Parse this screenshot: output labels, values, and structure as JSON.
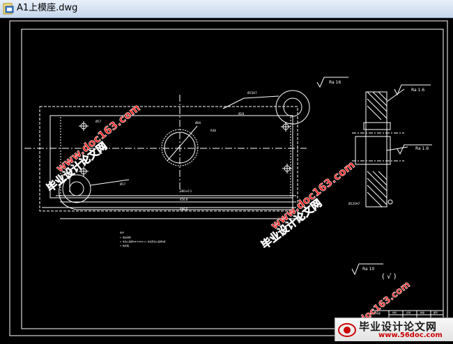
{
  "window": {
    "title": "A1上模座.dwg"
  },
  "drawing": {
    "roughness": {
      "top_left": "Ra 16",
      "top_right": "Ra 1.6",
      "mid_right": "Ra 1.6",
      "bottom": "Ra 10",
      "bottom_bracket": "( √ )"
    },
    "notes": {
      "header": "技术",
      "line1": "1. 锐边倒钝",
      "line2": "2. 未注公差按GB/T1804-m, 未注形位公差按K级",
      "line3": "3. 热处理"
    },
    "dims": {
      "d1": "Ø57",
      "d2": "Ø80",
      "d3": "R48",
      "d4": "Ø28",
      "d5": "Ø15H7",
      "d6": "Ø17",
      "overall1": "380±0.1",
      "overall2": "456.8",
      "overall3": "486.5",
      "side": "Ø120H7"
    },
    "title_block": {
      "part_name": "上模座",
      "cells": [
        "材料",
        "比例",
        "数量",
        "图号"
      ]
    }
  },
  "watermarks": {
    "main": "毕业设计论文网",
    "url": "www.doc163.com"
  },
  "footer": {
    "title": "毕业设计论文网",
    "url": "www.56doc.com"
  },
  "colors": {
    "cad_background": "#000000",
    "cad_line": "#ffffff",
    "watermark": "#ff1a1a"
  }
}
